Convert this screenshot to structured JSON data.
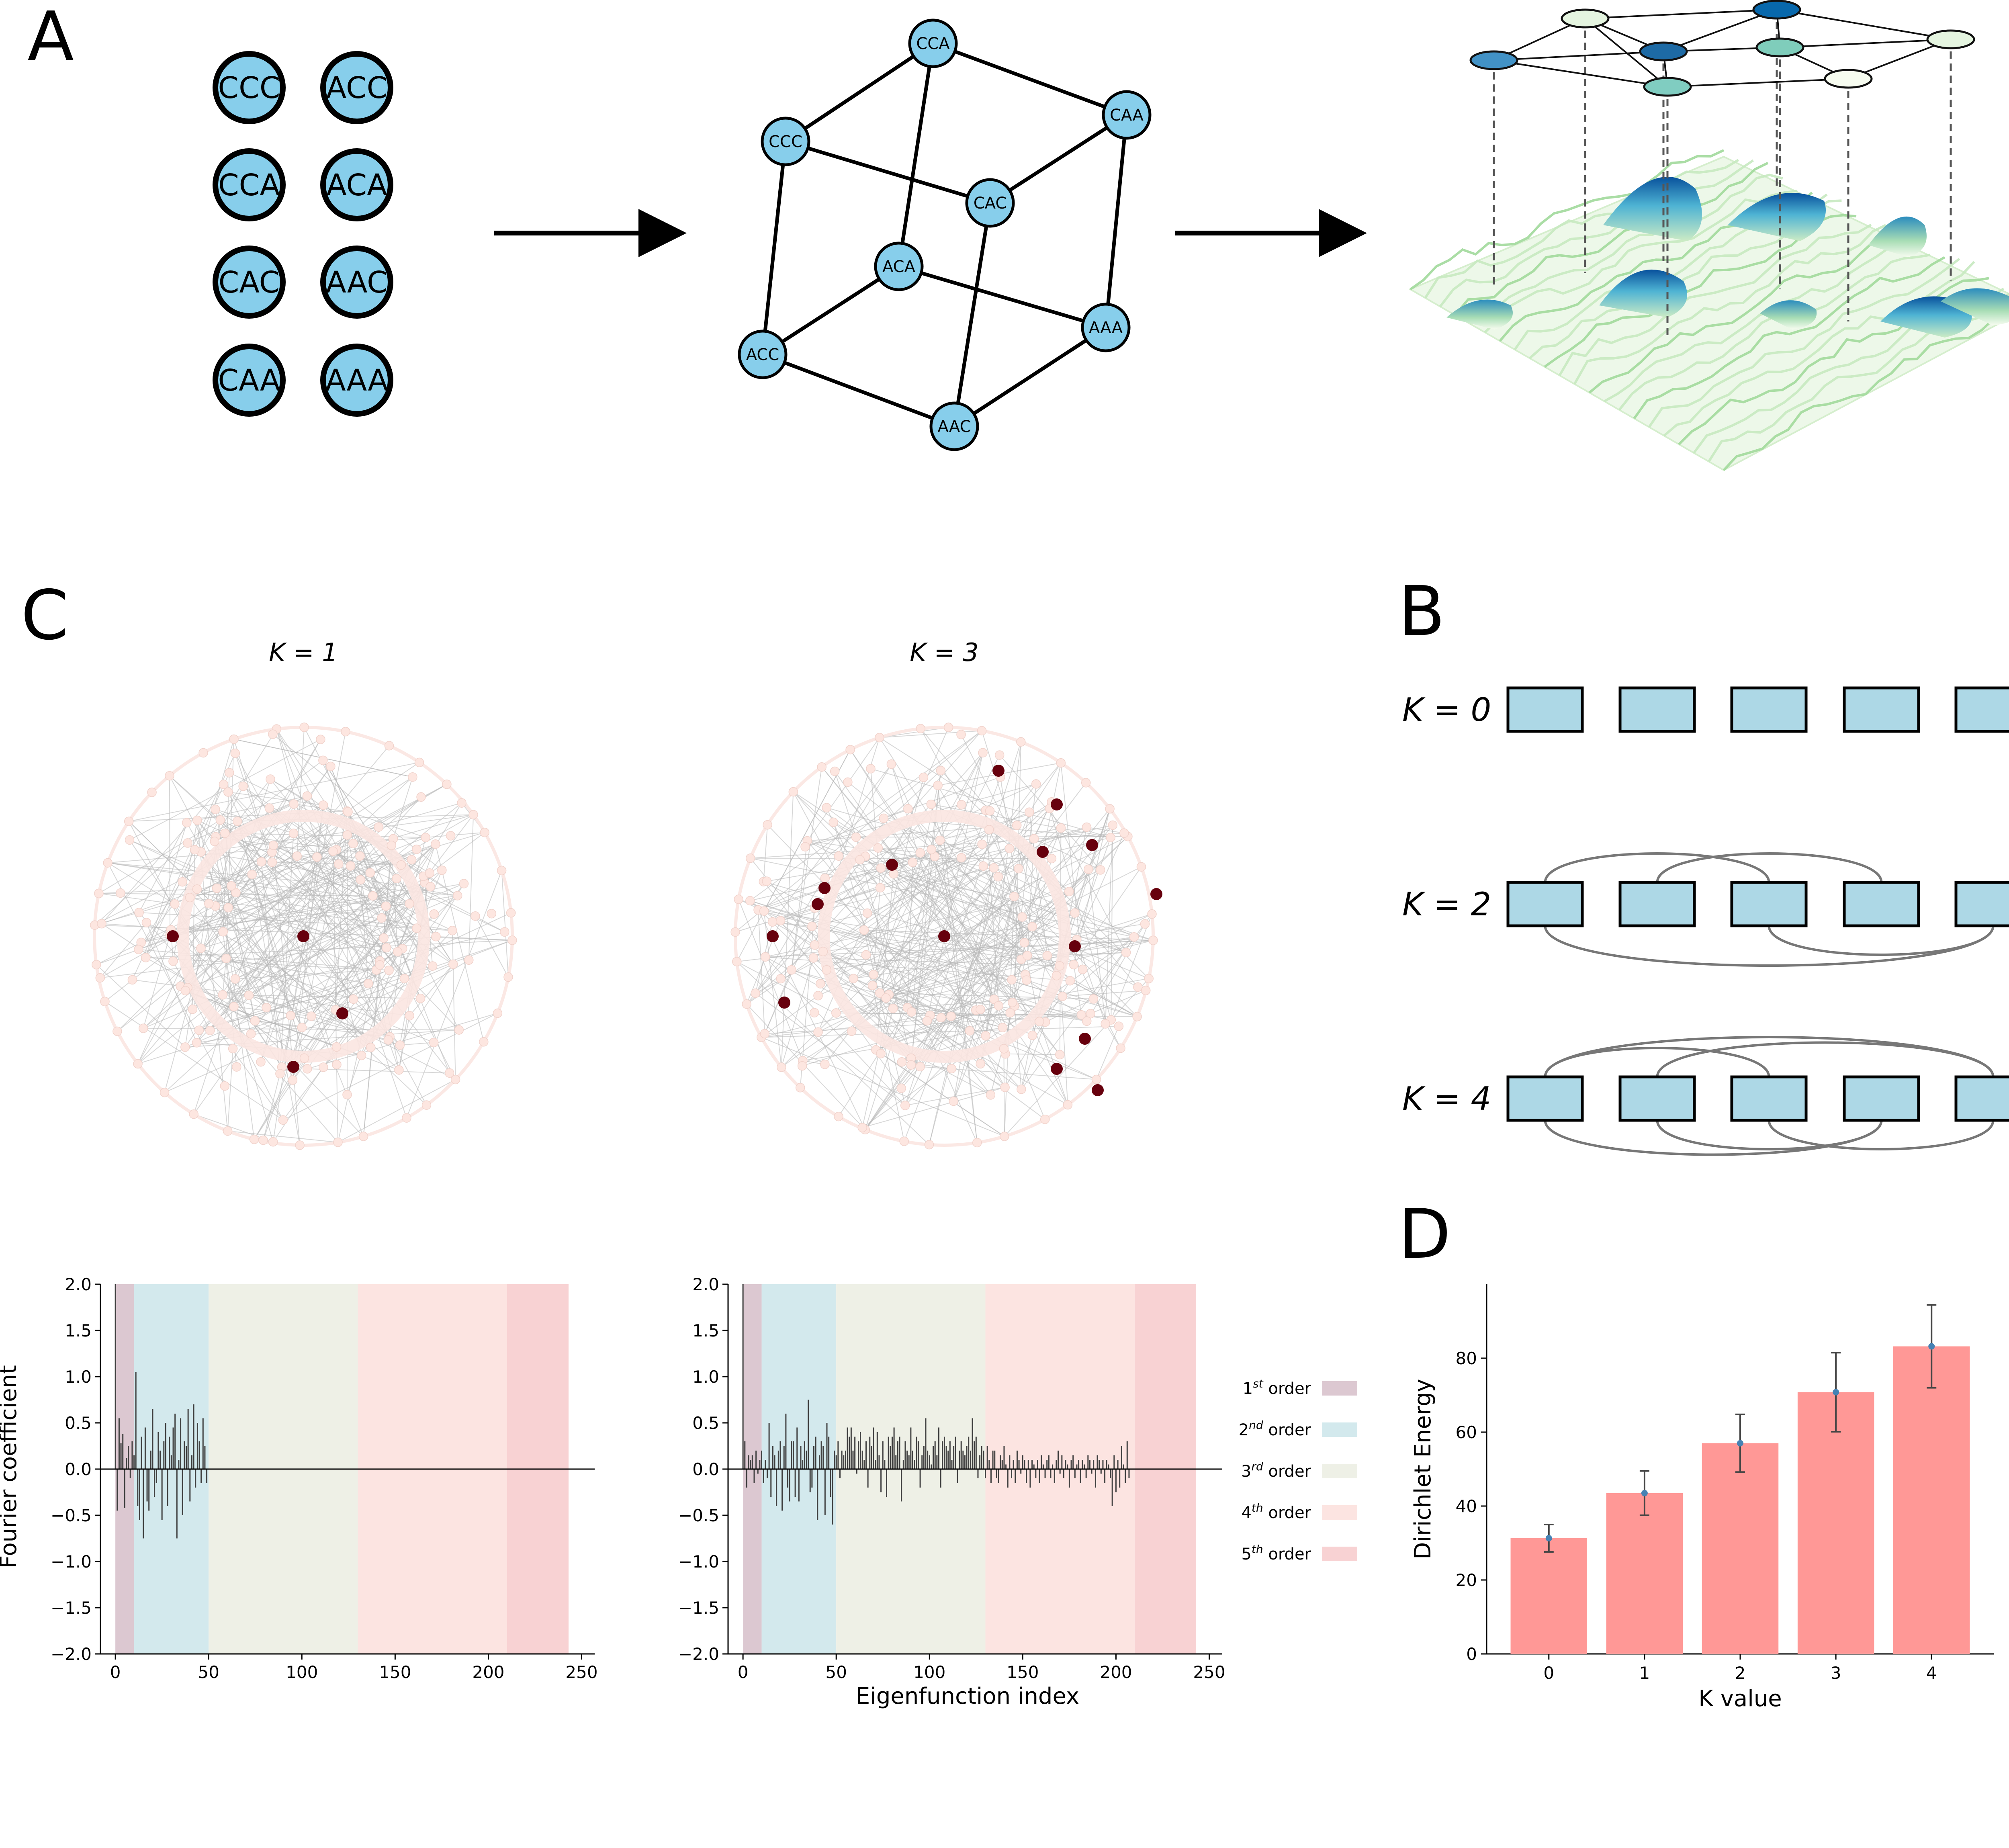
{
  "panel_labels": {
    "a": "A",
    "b": "B",
    "c": "C",
    "d": "D"
  },
  "panel_a": {
    "grid_nodes": [
      "CCC",
      "ACC",
      "CCA",
      "ACA",
      "CAC",
      "AAC",
      "CAA",
      "AAA"
    ],
    "cube_nodes": [
      "CCA",
      "CAA",
      "CCC",
      "CAC",
      "ACA",
      "AAA",
      "ACC",
      "AAC"
    ],
    "cube_edges": [
      [
        "CCA",
        "CAA"
      ],
      [
        "CCA",
        "CCC"
      ],
      [
        "CCA",
        "ACA"
      ],
      [
        "CAA",
        "CAC"
      ],
      [
        "CAA",
        "AAA"
      ],
      [
        "CCC",
        "CAC"
      ],
      [
        "CCC",
        "ACC"
      ],
      [
        "CAC",
        "AAC"
      ],
      [
        "ACA",
        "AAA"
      ],
      [
        "ACA",
        "ACC"
      ],
      [
        "ACC",
        "AAC"
      ],
      [
        "AAA",
        "AAC"
      ]
    ],
    "node_color": "#87ceeb"
  },
  "panel_b": {
    "rows": [
      {
        "label": "K = 0",
        "k": 0
      },
      {
        "label": "K = 2",
        "k": 2
      },
      {
        "label": "K = 4",
        "k": 4
      }
    ],
    "box_count": 5,
    "box_color": "#add8e6"
  },
  "panel_c": {
    "network_titles": [
      "K = 1",
      "K = 3"
    ],
    "ylabel": "Fourier coefficient",
    "xlabel": "Eigenfunction index",
    "y_ticks": [
      "2.0",
      "1.5",
      "1.0",
      "0.5",
      "0.0",
      "−0.5",
      "−1.0",
      "−1.5",
      "−2.0"
    ],
    "x_ticks": [
      "0",
      "50",
      "100",
      "150",
      "200",
      "250"
    ],
    "ylim": [
      -2.0,
      2.0
    ],
    "xlim": [
      -8,
      257
    ],
    "legend": [
      {
        "order": "1",
        "sup": "st",
        "word": "order",
        "color": "#dcc8d1"
      },
      {
        "order": "2",
        "sup": "nd",
        "word": "order",
        "color": "#d3e9ed"
      },
      {
        "order": "3",
        "sup": "rd",
        "word": "order",
        "color": "#eef0e6"
      },
      {
        "order": "4",
        "sup": "th",
        "word": "order",
        "color": "#fce4e1"
      },
      {
        "order": "5",
        "sup": "th",
        "word": "order",
        "color": "#f8d2d3"
      }
    ]
  },
  "chart_data": [
    {
      "type": "bar",
      "title": "",
      "xlabel": "",
      "ylabel": "Fourier coefficient",
      "ylim": [
        -2.0,
        2.0
      ],
      "bands": [
        {
          "order": 1,
          "x": [
            0,
            10
          ]
        },
        {
          "order": 2,
          "x": [
            10,
            50
          ]
        },
        {
          "order": 3,
          "x": [
            50,
            130
          ]
        },
        {
          "order": 4,
          "x": [
            130,
            210
          ]
        },
        {
          "order": 5,
          "x": [
            210,
            243
          ]
        }
      ],
      "x": [
        0,
        1,
        2,
        3,
        4,
        5,
        6,
        7,
        8,
        9,
        10,
        11,
        12,
        13,
        14,
        15,
        16,
        17,
        18,
        19,
        20,
        21,
        22,
        23,
        24,
        25,
        26,
        27,
        28,
        29,
        30,
        31,
        32,
        33,
        34,
        35,
        36,
        37,
        38,
        39,
        40,
        41,
        42,
        43,
        44,
        45,
        46,
        47,
        48,
        49
      ],
      "values": [
        2.0,
        -0.45,
        0.55,
        0.28,
        0.38,
        -0.42,
        0.12,
        0.25,
        -0.1,
        0.3,
        0.15,
        1.05,
        -0.4,
        -0.55,
        0.35,
        -0.75,
        0.45,
        -0.35,
        -0.45,
        0.2,
        0.65,
        -0.3,
        -0.15,
        0.4,
        0.2,
        -0.55,
        0.3,
        0.5,
        -0.4,
        0.35,
        0.15,
        0.45,
        0.6,
        -0.75,
        0.1,
        0.55,
        -0.5,
        0.3,
        0.25,
        0.65,
        -0.35,
        0.15,
        0.7,
        -0.2,
        0.5,
        0.3,
        -0.15,
        0.55,
        0.25,
        -0.15
      ]
    },
    {
      "type": "bar",
      "title": "",
      "xlabel": "Eigenfunction index",
      "ylabel": "",
      "ylim": [
        -2.0,
        2.0
      ],
      "bands": [
        {
          "order": 1,
          "x": [
            0,
            10
          ]
        },
        {
          "order": 2,
          "x": [
            10,
            50
          ]
        },
        {
          "order": 3,
          "x": [
            50,
            130
          ]
        },
        {
          "order": 4,
          "x": [
            130,
            210
          ]
        },
        {
          "order": 5,
          "x": [
            210,
            243
          ]
        }
      ],
      "x": [
        0,
        1,
        2,
        3,
        4,
        5,
        6,
        7,
        8,
        9,
        10,
        11,
        12,
        13,
        14,
        15,
        16,
        17,
        18,
        19,
        20,
        21,
        22,
        23,
        24,
        25,
        26,
        27,
        28,
        29,
        30,
        31,
        32,
        33,
        34,
        35,
        36,
        37,
        38,
        39,
        40,
        41,
        42,
        43,
        44,
        45,
        46,
        47,
        48,
        49,
        50,
        51,
        52,
        53,
        54,
        55,
        56,
        57,
        58,
        59,
        60,
        61,
        62,
        63,
        64,
        65,
        66,
        67,
        68,
        69,
        70,
        71,
        72,
        73,
        74,
        75,
        76,
        77,
        78,
        79,
        80,
        81,
        82,
        83,
        84,
        85,
        86,
        87,
        88,
        89,
        90,
        91,
        92,
        93,
        94,
        95,
        96,
        97,
        98,
        99,
        100,
        101,
        102,
        103,
        104,
        105,
        106,
        107,
        108,
        109,
        110,
        111,
        112,
        113,
        114,
        115,
        116,
        117,
        118,
        119,
        120,
        121,
        122,
        123,
        124,
        125,
        126,
        127,
        128,
        129,
        130,
        131,
        132,
        133,
        134,
        135,
        136,
        137,
        138,
        139,
        140,
        141,
        142,
        143,
        144,
        145,
        146,
        147,
        148,
        149,
        150,
        151,
        152,
        153,
        154,
        155,
        156,
        157,
        158,
        159,
        160,
        161,
        162,
        163,
        164,
        165,
        166,
        167,
        168,
        169,
        170,
        171,
        172,
        173,
        174,
        175,
        176,
        177,
        178,
        179,
        180,
        181,
        182,
        183,
        184,
        185,
        186,
        187,
        188,
        189,
        190,
        191,
        192,
        193,
        194,
        195,
        196,
        197,
        198,
        199,
        200,
        201,
        202,
        203,
        204,
        205,
        206,
        207
      ],
      "values": [
        2.0,
        0.3,
        -0.2,
        0.15,
        0.1,
        0.15,
        -0.15,
        0.2,
        -0.05,
        0.1,
        0.2,
        -0.15,
        0.1,
        -0.1,
        0.5,
        -0.3,
        0.25,
        0.15,
        -0.4,
        0.2,
        0.3,
        -0.45,
        0.25,
        0.6,
        -0.2,
        -0.35,
        0.3,
        0.3,
        -0.3,
        0.45,
        -0.35,
        0.25,
        0.1,
        0.3,
        0.2,
        0.75,
        -0.25,
        -0.2,
        0.25,
        0.35,
        -0.55,
        0.15,
        0.3,
        0.25,
        -0.5,
        0.5,
        0.35,
        -0.3,
        -0.6,
        0.2,
        0.15,
        0.3,
        -0.1,
        0.2,
        0.15,
        0.2,
        0.45,
        0.35,
        0.45,
        0.2,
        0.35,
        -0.05,
        0.3,
        0.4,
        0.2,
        0.1,
        0.3,
        -0.2,
        0.35,
        0.25,
        0.45,
        0.1,
        0.4,
        0.15,
        -0.25,
        0.3,
        0.1,
        -0.3,
        0.35,
        0.25,
        0.35,
        0.45,
        0.15,
        0.3,
        0.35,
        -0.35,
        0.1,
        0.3,
        0.2,
        0.15,
        0.45,
        0.2,
        0.1,
        0.35,
        0.3,
        -0.2,
        0.15,
        0.25,
        0.55,
        0.2,
        0.15,
        0.05,
        0.25,
        0.3,
        0.15,
        0.45,
        -0.2,
        0.3,
        0.35,
        0.25,
        0.2,
        0.3,
        0.1,
        0.25,
        0.35,
        -0.15,
        0.2,
        0.3,
        0.2,
        0.15,
        0.25,
        0.35,
        0.2,
        0.55,
        0.3,
        0.35,
        -0.1,
        0.15,
        0.25,
        0.2,
        -0.1,
        0.25,
        0.1,
        -0.15,
        0.2,
        0.2,
        -0.1,
        -0.15,
        0.15,
        0.1,
        0.25,
        0.05,
        -0.2,
        0.15,
        -0.1,
        0.1,
        -0.15,
        0.2,
        0.1,
        -0.05,
        0.15,
        0.1,
        -0.15,
        0.1,
        -0.2,
        0.1,
        0.05,
        -0.1,
        0.1,
        -0.15,
        0.15,
        0.05,
        -0.1,
        0.1,
        0.15,
        -0.1,
        0.05,
        -0.15,
        0.1,
        0.2,
        -0.05,
        0.15,
        -0.1,
        0.1,
        0.05,
        -0.2,
        0.1,
        0.15,
        -0.1,
        0.05,
        0.1,
        -0.15,
        0.1,
        0.05,
        -0.1,
        0.15,
        0.1,
        -0.05,
        0.1,
        -0.2,
        0.15,
        0.1,
        -0.05,
        0.1,
        -0.15,
        0.1,
        0.05,
        -0.1,
        -0.4,
        0.15,
        -0.25,
        0.1,
        -0.2,
        0.25,
        0.05,
        -0.15,
        0.3,
        -0.1,
        0.1,
        0.15,
        -0.2,
        0.05
      ]
    },
    {
      "type": "bar",
      "title": "",
      "xlabel": "K value",
      "ylabel": "Dirichlet Energy",
      "categories": [
        "0",
        "1",
        "2",
        "3",
        "4"
      ],
      "values": [
        31.3,
        43.5,
        57.0,
        70.8,
        83.2
      ],
      "errors": [
        3.7,
        6.0,
        7.8,
        10.7,
        11.2
      ],
      "ylim": [
        0,
        100
      ],
      "y_ticks": [
        0,
        20,
        40,
        60,
        80
      ],
      "bar_color": "#ff9896",
      "marker_color": "#4682b4"
    }
  ]
}
